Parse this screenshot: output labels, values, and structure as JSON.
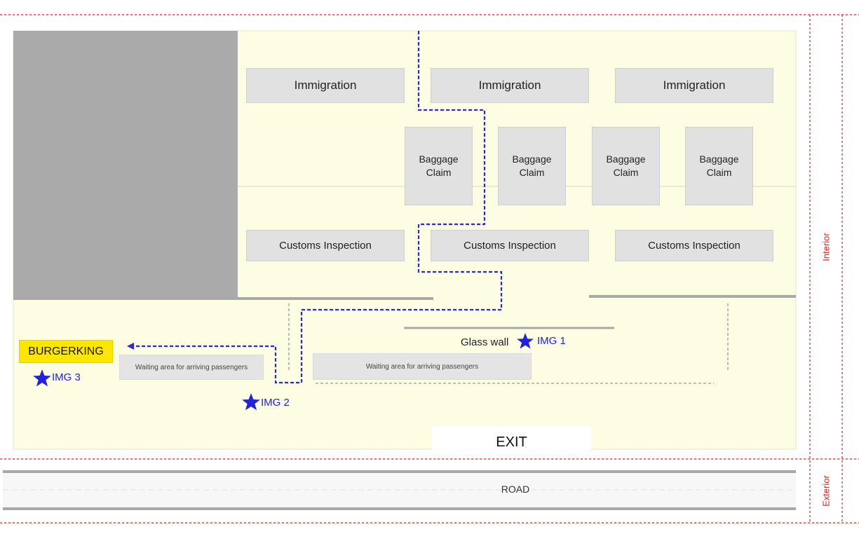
{
  "immigration": [
    "Immigration",
    "Immigration",
    "Immigration"
  ],
  "baggage_claim": [
    {
      "line1": "Baggage",
      "line2": "Claim"
    },
    {
      "line1": "Baggage",
      "line2": "Claim"
    },
    {
      "line1": "Baggage",
      "line2": "Claim"
    },
    {
      "line1": "Baggage",
      "line2": "Claim"
    }
  ],
  "customs": [
    "Customs Inspection",
    "Customs Inspection",
    "Customs Inspection"
  ],
  "burgerking": "BURGERKING",
  "waiting_area": [
    "Waiting area for arriving passengers",
    "Waiting area for arriving passengers"
  ],
  "glass_wall": "Glass wall",
  "markers": {
    "img1": "IMG 1",
    "img2": "IMG 2",
    "img3": "IMG 3"
  },
  "exit": "EXIT",
  "road": "ROAD",
  "zones": {
    "interior": "Interior",
    "exterior": "Exterior"
  },
  "colors": {
    "building_fill": "#fdfde3",
    "blocked_area": "#aaaaaa",
    "route": "#2b2bd6",
    "zone_border": "#e02020",
    "burgerking_fill": "#ffe600",
    "marker": "#2222dd"
  },
  "icons": [
    "star-icon",
    "arrow-left-icon"
  ]
}
